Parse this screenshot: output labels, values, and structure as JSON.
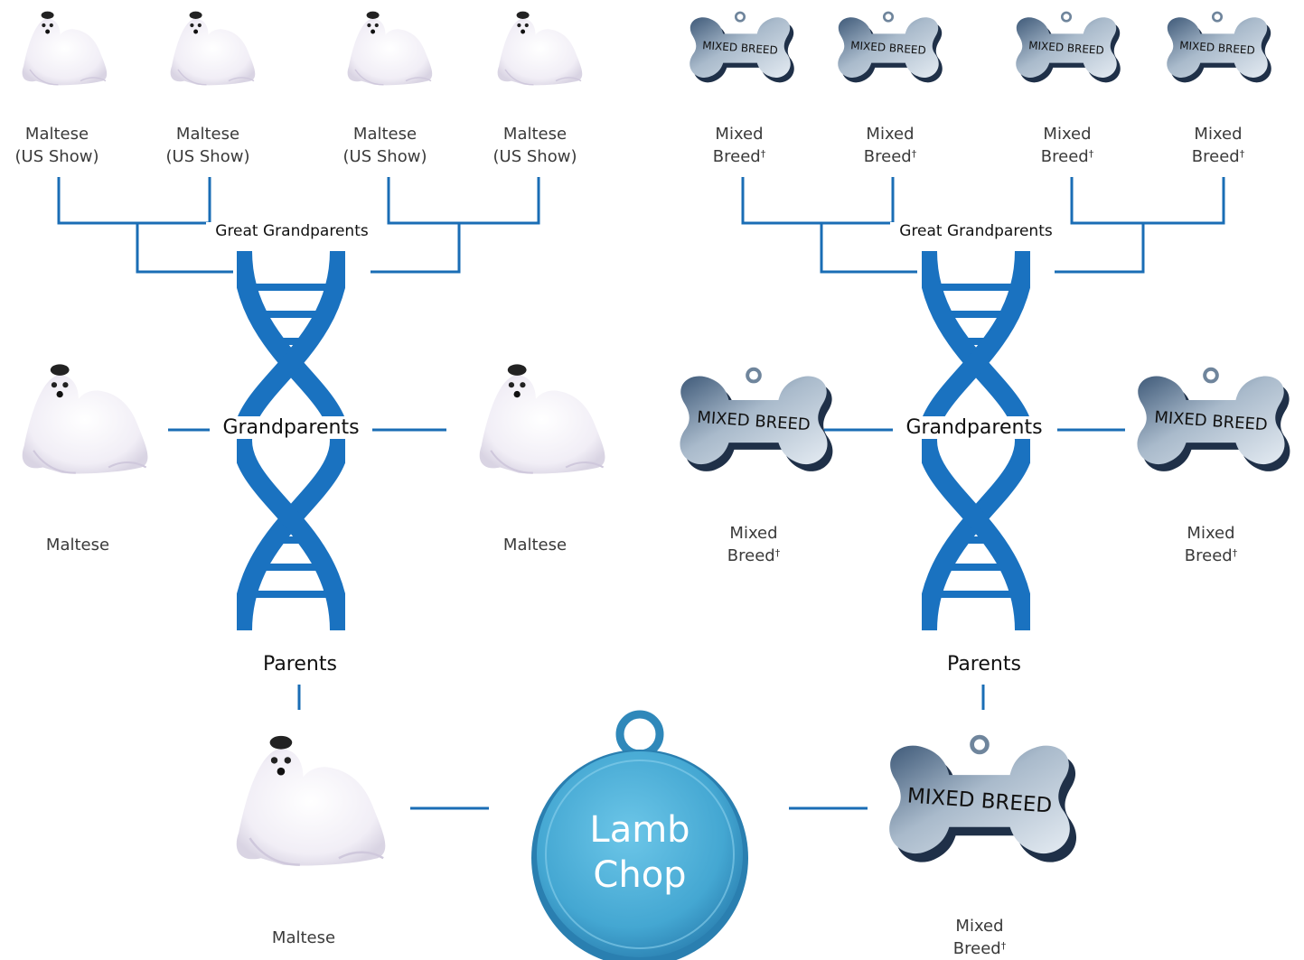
{
  "generations": {
    "great_grandparents": "Great Grandparents",
    "grandparents": "Grandparents",
    "parents": "Parents"
  },
  "tag_text": "MIXED BREED",
  "dog": {
    "name": "Lamb Chop",
    "name_line1": "Lamb",
    "name_line2": "Chop"
  },
  "left_side": {
    "great_grandparents": [
      {
        "line1": "Maltese",
        "line2": "(US Show)"
      },
      {
        "line1": "Maltese",
        "line2": "(US Show)"
      },
      {
        "line1": "Maltese",
        "line2": "(US Show)"
      },
      {
        "line1": "Maltese",
        "line2": "(US Show)"
      }
    ],
    "grandparents": [
      {
        "line1": "Maltese"
      },
      {
        "line1": "Maltese"
      }
    ],
    "parent": {
      "line1": "Maltese"
    }
  },
  "right_side": {
    "great_grandparents": [
      {
        "line1": "Mixed",
        "line2": "Breed",
        "mark": "†"
      },
      {
        "line1": "Mixed",
        "line2": "Breed",
        "mark": "†"
      },
      {
        "line1": "Mixed",
        "line2": "Breed",
        "mark": "†"
      },
      {
        "line1": "Mixed",
        "line2": "Breed",
        "mark": "†"
      }
    ],
    "grandparents": [
      {
        "line1": "Mixed",
        "line2": "Breed",
        "mark": "†"
      },
      {
        "line1": "Mixed",
        "line2": "Breed",
        "mark": "†"
      }
    ],
    "parent": {
      "line1": "Mixed",
      "line2": "Breed",
      "mark": "†"
    }
  },
  "colors": {
    "connector": "#1a6db5",
    "helix": "#1a72c0",
    "tag_fill": "#54b2d8",
    "bone_dark": "#4a6583",
    "bone_light": "#dde6ef"
  }
}
